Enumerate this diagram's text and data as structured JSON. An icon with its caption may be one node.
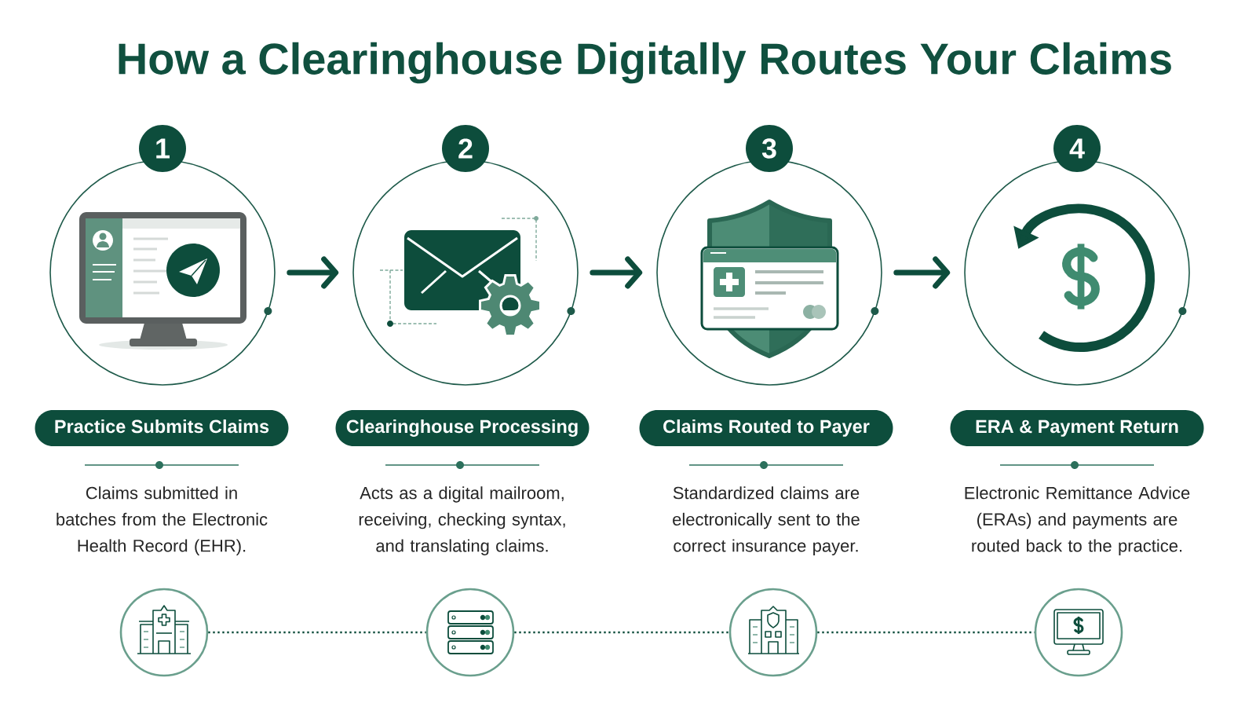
{
  "diagram": {
    "title": "How a Clearinghouse Digitally Routes Your Claims",
    "nodes": [
      {
        "text": [
          "1"
        ]
      },
      {
        "text": [
          "2"
        ]
      },
      {
        "text": [
          "3"
        ]
      },
      {
        "text": [
          "4"
        ]
      },
      {
        "text": [],
        "shape": "circle"
      },
      {
        "text": [],
        "shape": "circle"
      },
      {
        "text": [],
        "shape": "circle"
      },
      {
        "text": [],
        "shape": "circle"
      },
      {
        "text": [
          "Practice Submits Claims"
        ],
        "beside": [
          "Claims submitted in batches from the Electronic Health Record (EHR)."
        ]
      },
      {
        "text": [
          "Clearinghouse Processing"
        ],
        "beside": [
          "Acts as a digital mailroom, receiving, checking syntax, and translating claims."
        ]
      },
      {
        "text": [
          "Claims Routed to Payer"
        ],
        "beside": [
          "Standardized claims are electronically sent to the correct insurance payer."
        ]
      },
      {
        "text": [
          "ERA & Payment Return"
        ],
        "beside": [
          "Electronic Remittance Advice (ERAs) and payments are routed back to the practice."
        ]
      },
      {
        "text": [],
        "shape": "circle"
      },
      {
        "text": [],
        "shape": "circle"
      },
      {
        "text": [],
        "shape": "circle"
      },
      {
        "text": [],
        "shape": "circle"
      }
    ],
    "edges": [
      {
        "from": 4,
        "to": 5,
        "arrow": "to",
        "style": "thick"
      },
      {
        "from": 5,
        "to": 6,
        "arrow": "to",
        "style": "thick"
      },
      {
        "from": 6,
        "to": 7,
        "arrow": "to",
        "style": "thick"
      },
      {
        "from": 12,
        "to": 13,
        "arrow": "none",
        "style": "dashed"
      },
      {
        "from": 13,
        "to": 14,
        "arrow": "none",
        "style": "dashed"
      },
      {
        "from": 14,
        "to": 15,
        "arrow": "none",
        "style": "dashed"
      }
    ]
  }
}
